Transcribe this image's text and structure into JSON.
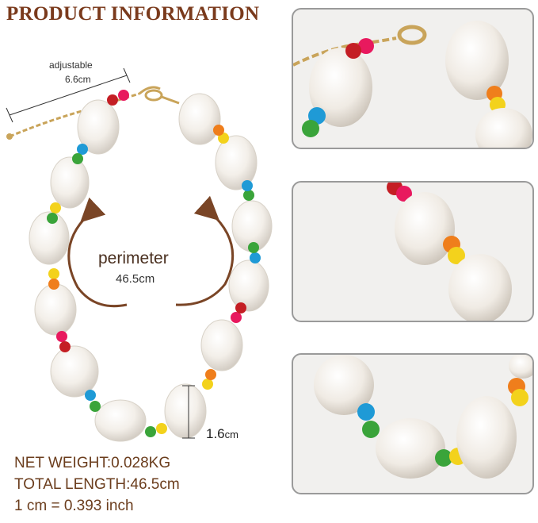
{
  "title": "PRODUCT INFORMATION",
  "diagram": {
    "extension_label": "adjustable",
    "extension_value": "6.6cm",
    "perimeter_label": "perimeter",
    "perimeter_value": "46.5cm",
    "pearl_size_value": "1.6",
    "pearl_size_unit": "cm"
  },
  "specs": {
    "net_weight": "NET WEIGHT:0.028KG",
    "total_length": "TOTAL LENGTH:46.5cm",
    "conversion": "1 cm = 0.393 inch"
  },
  "panels": [
    "clasp-closeup",
    "beads-closeup",
    "pearls-closeup"
  ],
  "colors": {
    "title": "#7a3a1c",
    "text": "#6b3d1d",
    "arrow": "#7a4526",
    "bead_palette": [
      "#e8195e",
      "#1f9ad6",
      "#3aa43a",
      "#f3d21c",
      "#ef7e1c",
      "#c41e24"
    ]
  }
}
